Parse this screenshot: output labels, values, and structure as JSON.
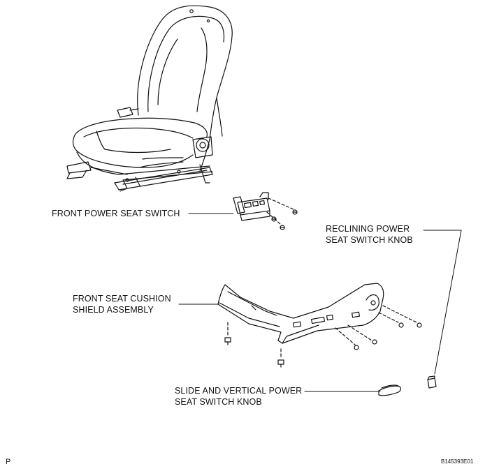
{
  "labels": {
    "front_power_seat_switch": "FRONT POWER SEAT SWITCH",
    "reclining_knob_line1": "RECLINING POWER",
    "reclining_knob_line2": "SEAT SWITCH KNOB",
    "cushion_shield_line1": "FRONT SEAT CUSHION",
    "cushion_shield_line2": "SHIELD ASSEMBLY",
    "slide_knob_line1": "SLIDE AND VERTICAL POWER",
    "slide_knob_line2": "SEAT SWITCH KNOB"
  },
  "corner": {
    "page_marker": "P",
    "figure_code": "B145393E01"
  }
}
